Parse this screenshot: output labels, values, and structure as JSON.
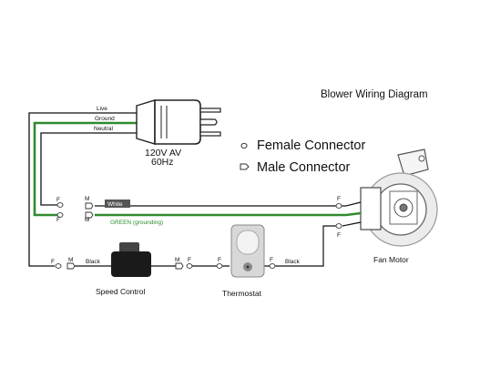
{
  "title": "Blower Wiring Diagram",
  "legend": {
    "female": "Female Connector",
    "male": "Male Connector"
  },
  "plug": {
    "live": "Live",
    "ground": "Ground",
    "neutral": "Neutral",
    "voltage": "120V AV",
    "frequency": "60Hz"
  },
  "wires": {
    "white": "White",
    "green": "GREEN (grounding)",
    "black_left": "Black",
    "black_right": "Black"
  },
  "connectors": {
    "f": "F",
    "m": "M"
  },
  "components": {
    "speed_control": "Speed Control",
    "thermostat": "Thermostat",
    "fan_motor": "Fan Motor"
  },
  "colors": {
    "green_wire": "#2e8b2e",
    "black_wire": "#111111",
    "white_wire_label_bg": "#555555"
  }
}
